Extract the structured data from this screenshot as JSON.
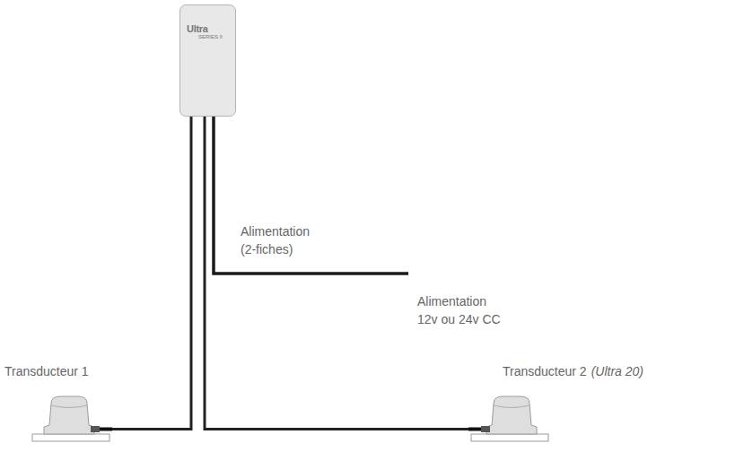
{
  "diagram": {
    "nodes": [
      {
        "text": [
          "Ultra",
          "SERIES II"
        ]
      },
      {
        "text": [
          "Transducteur 1"
        ]
      },
      {
        "text": [
          "Transducteur 2",
          "(Ultra 20)"
        ]
      }
    ],
    "edges": [
      {
        "from": 0,
        "to": 1,
        "arrow": "none"
      },
      {
        "from": 0,
        "to": 2,
        "arrow": "none"
      }
    ],
    "labels": [
      "Alimentation (2-fiches)",
      "Alimentation 12v ou 24v CC"
    ]
  }
}
